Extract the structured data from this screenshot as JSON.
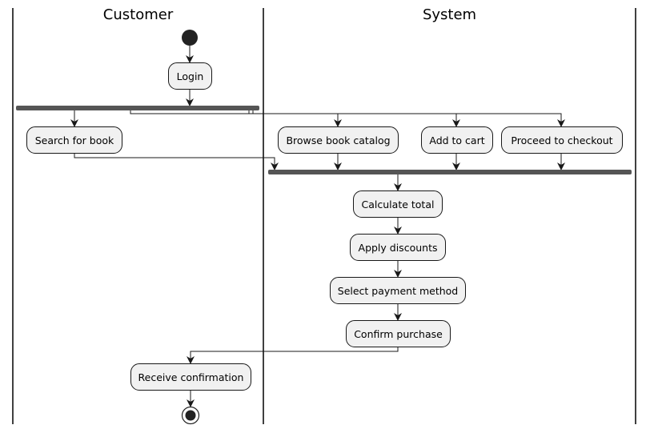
{
  "swimlanes": {
    "customer": {
      "title": "Customer"
    },
    "system": {
      "title": "System"
    }
  },
  "activities": {
    "login": "Login",
    "search_book": "Search for book",
    "browse_catalog": "Browse book catalog",
    "add_to_cart": "Add to cart",
    "checkout": "Proceed to checkout",
    "calculate_total": "Calculate total",
    "apply_discounts": "Apply discounts",
    "select_payment": "Select payment method",
    "confirm_purchase": "Confirm purchase",
    "receive_confirmation": "Receive confirmation"
  },
  "colors": {
    "node_fill": "#f1f1f1",
    "node_border": "#181818",
    "bar_fill": "#555555",
    "line": "#181818"
  }
}
